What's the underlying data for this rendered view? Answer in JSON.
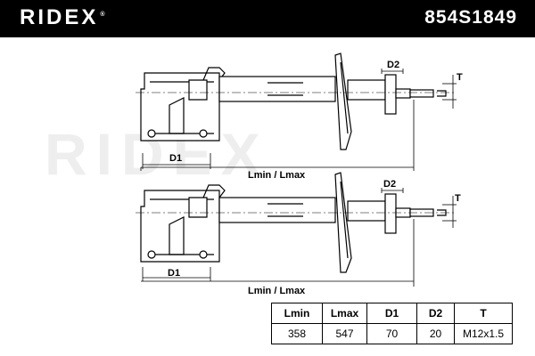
{
  "brand": "RIDEX",
  "part_number": "854S1849",
  "watermark": "RIDEX",
  "dimension_labels": {
    "d2_top": "D2",
    "t_top": "T",
    "d1_top": "D1",
    "length_top": "Lmin / Lmax",
    "d2_bottom": "D2",
    "t_bottom": "T",
    "d1_bottom": "D1",
    "length_bottom": "Lmin / Lmax"
  },
  "specs": {
    "headers": [
      "Lmin",
      "Lmax",
      "D1",
      "D2",
      "T"
    ],
    "values": [
      "358",
      "547",
      "70",
      "20",
      "M12x1.5"
    ]
  }
}
